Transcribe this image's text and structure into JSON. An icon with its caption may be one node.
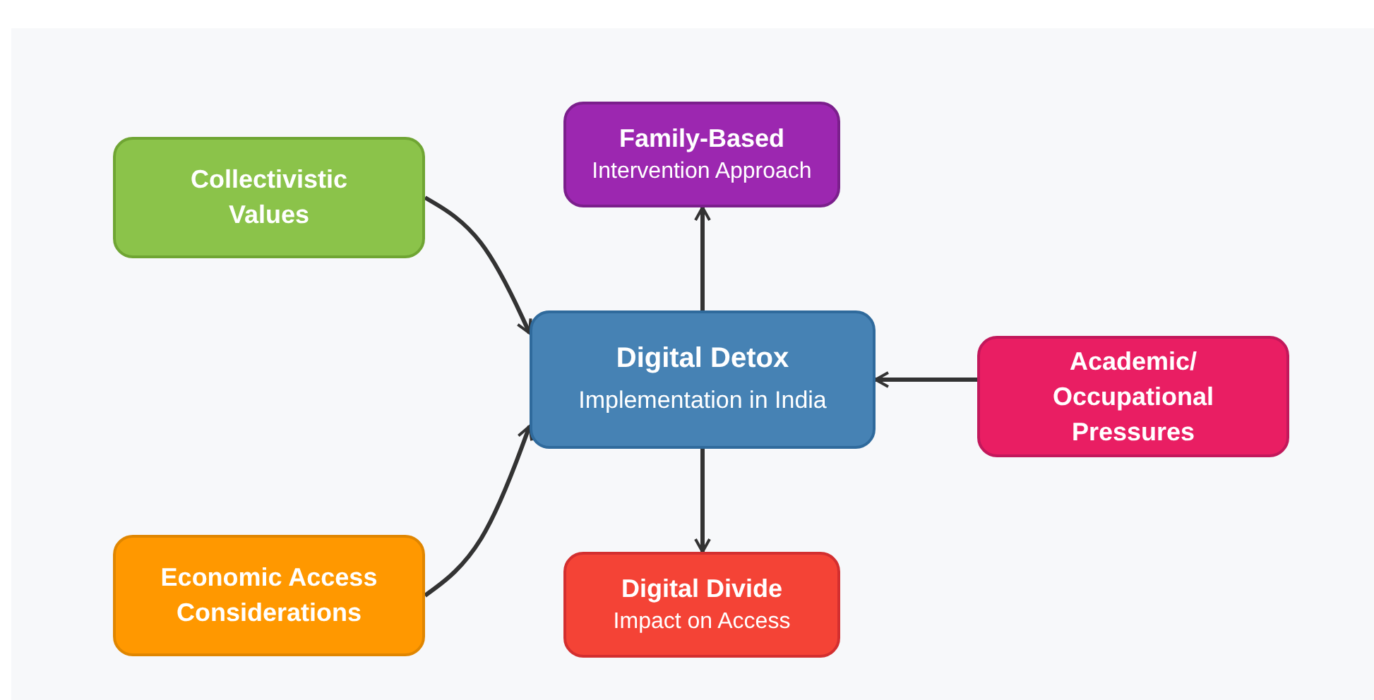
{
  "diagram": {
    "nodes": [
      {
        "text": [
          "Digital Detox",
          "Implementation in India"
        ]
      },
      {
        "text": [
          "Collectivistic Values"
        ]
      },
      {
        "text": [
          "Family-Based",
          "Intervention Approach"
        ]
      },
      {
        "text": [
          "Academic/ Occupational Pressures"
        ]
      },
      {
        "text": [
          "Economic Access Considerations"
        ]
      },
      {
        "text": [
          "Digital Divide",
          "Impact on Access"
        ]
      }
    ],
    "edges": [
      {
        "from": 1,
        "to": 0,
        "arrow": "to"
      },
      {
        "from": 4,
        "to": 0,
        "arrow": "to"
      },
      {
        "from": 0,
        "to": 2,
        "arrow": "to"
      },
      {
        "from": 3,
        "to": 0,
        "arrow": "to"
      },
      {
        "from": 0,
        "to": 5,
        "arrow": "to"
      }
    ]
  }
}
